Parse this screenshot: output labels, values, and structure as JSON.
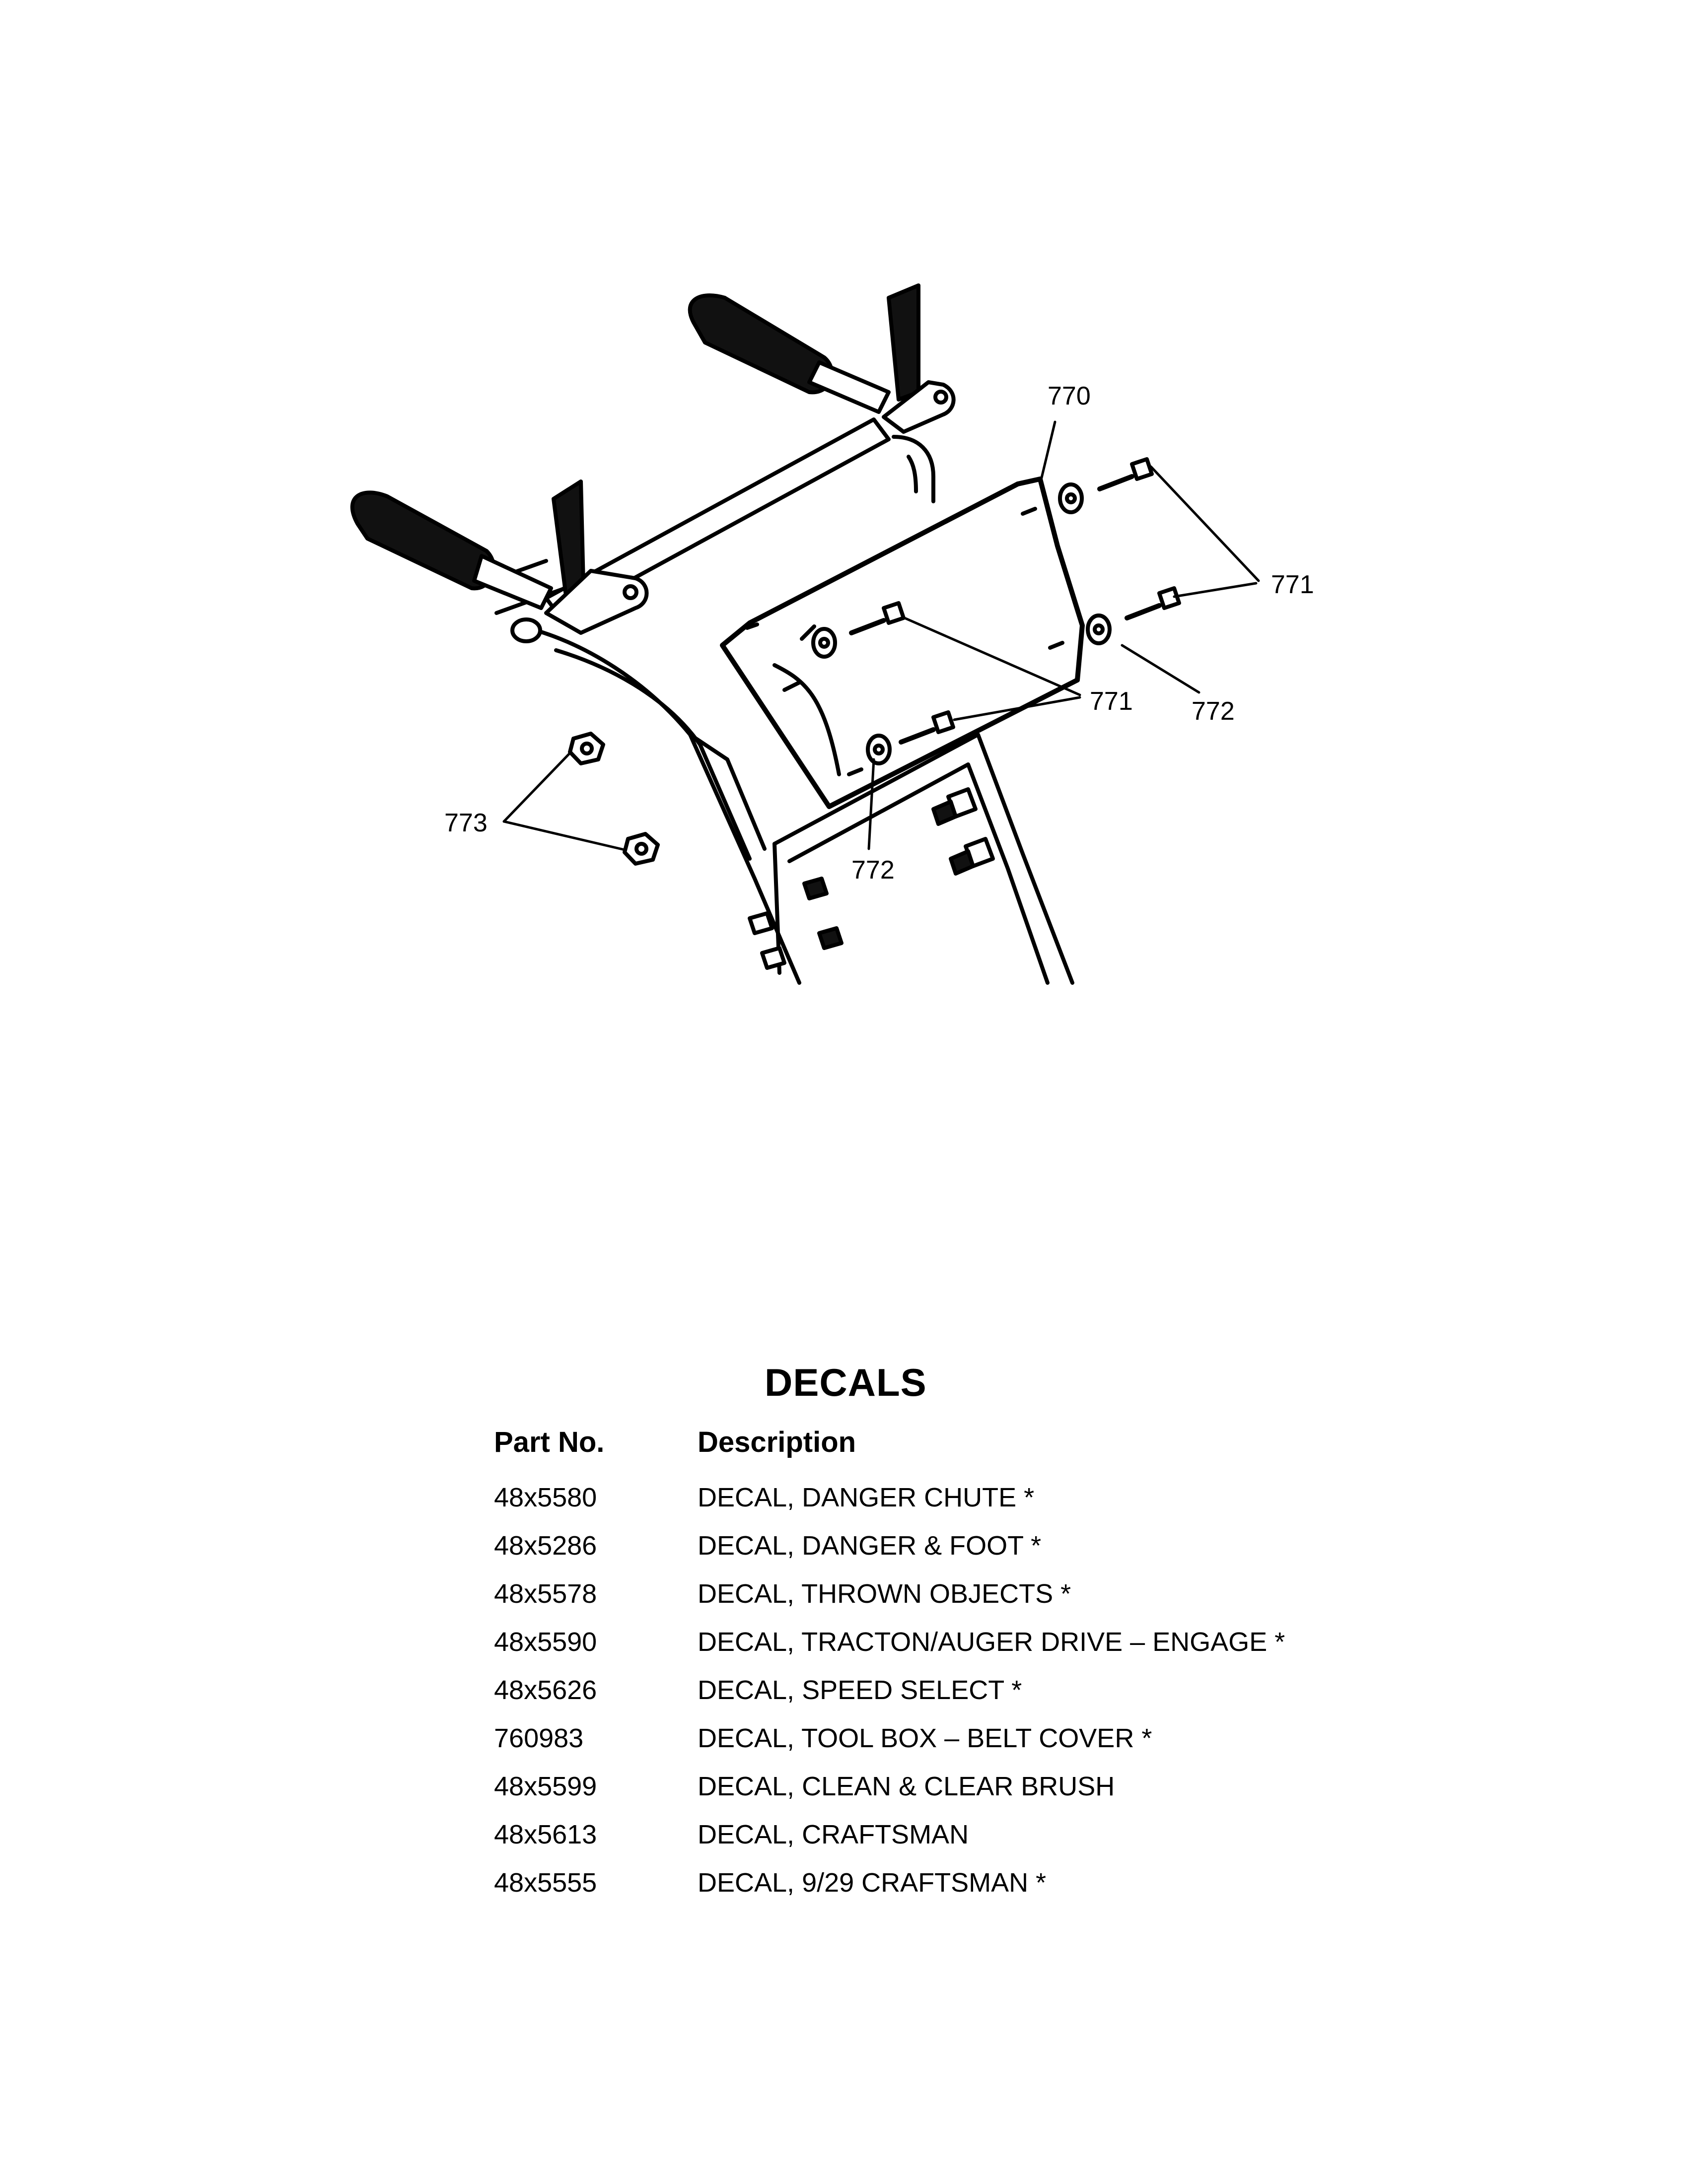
{
  "diagram": {
    "callouts": {
      "c770": "770",
      "c771a": "771",
      "c771b": "771",
      "c772a": "772",
      "c772b": "772",
      "c773": "773"
    }
  },
  "decals": {
    "title": "DECALS",
    "headers": {
      "part_no": "Part No.",
      "description": "Description"
    },
    "rows": [
      {
        "part_no": "48x5580",
        "description": "DECAL, DANGER CHUTE  *"
      },
      {
        "part_no": "48x5286",
        "description": "DECAL, DANGER & FOOT  *"
      },
      {
        "part_no": "48x5578",
        "description": "DECAL, THROWN OBJECTS  *"
      },
      {
        "part_no": "48x5590",
        "description": "DECAL, TRACTON/AUGER DRIVE – ENGAGE  *"
      },
      {
        "part_no": "48x5626",
        "description": "DECAL, SPEED SELECT  *"
      },
      {
        "part_no": "760983",
        "description": "DECAL, TOOL BOX – BELT COVER  *"
      },
      {
        "part_no": "48x5599",
        "description": "DECAL, CLEAN & CLEAR BRUSH"
      },
      {
        "part_no": "48x5613",
        "description": "DECAL, CRAFTSMAN"
      },
      {
        "part_no": "48x5555",
        "description": "DECAL, 9/29 CRAFTSMAN  *"
      }
    ]
  }
}
